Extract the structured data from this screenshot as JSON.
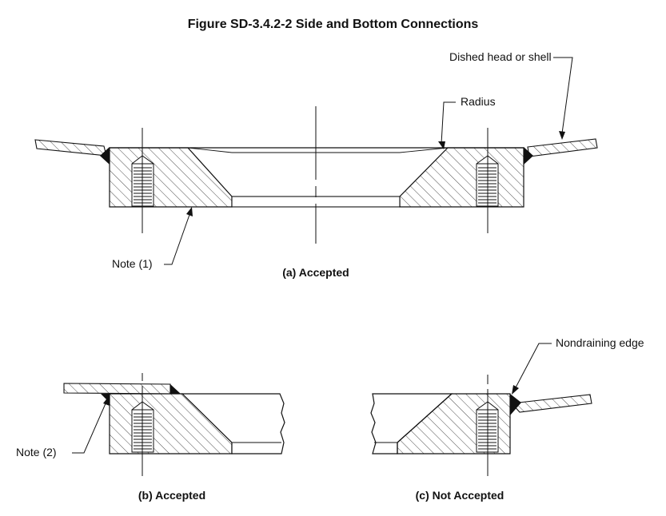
{
  "figure": {
    "title": "Figure SD-3.4.2-2 Side and Bottom Connections"
  },
  "labels": {
    "dished_head": "Dished head or shell",
    "radius": "Radius",
    "note1": "Note (1)",
    "note2": "Note (2)",
    "nondraining_edge": "Nondraining edge"
  },
  "captions": {
    "a": "(a) Accepted",
    "b": "(b) Accepted",
    "c": "(c) Not Accepted"
  }
}
